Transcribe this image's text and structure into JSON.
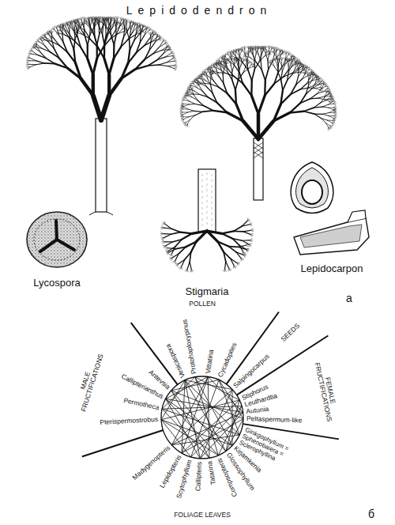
{
  "diagram": {
    "title": "Lepidodendron",
    "labels": [
      "Lycospora",
      "Stigmaria",
      "Lepidocarpon",
      "а",
      "POLLEN",
      "Vesicaspora",
      "Protohaploxypinus",
      "Vittatina",
      "Cycadopites",
      "SEEDS",
      "Salpingocarpus",
      "FEMALE FRUCTIFICATIONS",
      "Stiphorus",
      "Leuthardtia",
      "Autunia",
      "Peltaspermum-like",
      "Ginkgophyllum = Sphenobaiera = Sclerophyllina",
      "Kirjamkenia",
      "Glossophyllum",
      "Compsopteris",
      "Tatarina",
      "Callipteris",
      "Scytophyllum",
      "Lepidopteris",
      "Madygenopteris",
      "FOLIAGE LEAVES",
      "Pterispermostrobus",
      "Permotheca",
      "Callipterianthus",
      "Antevsia",
      "MALE FRUCTIFICATIONS",
      "б"
    ]
  }
}
